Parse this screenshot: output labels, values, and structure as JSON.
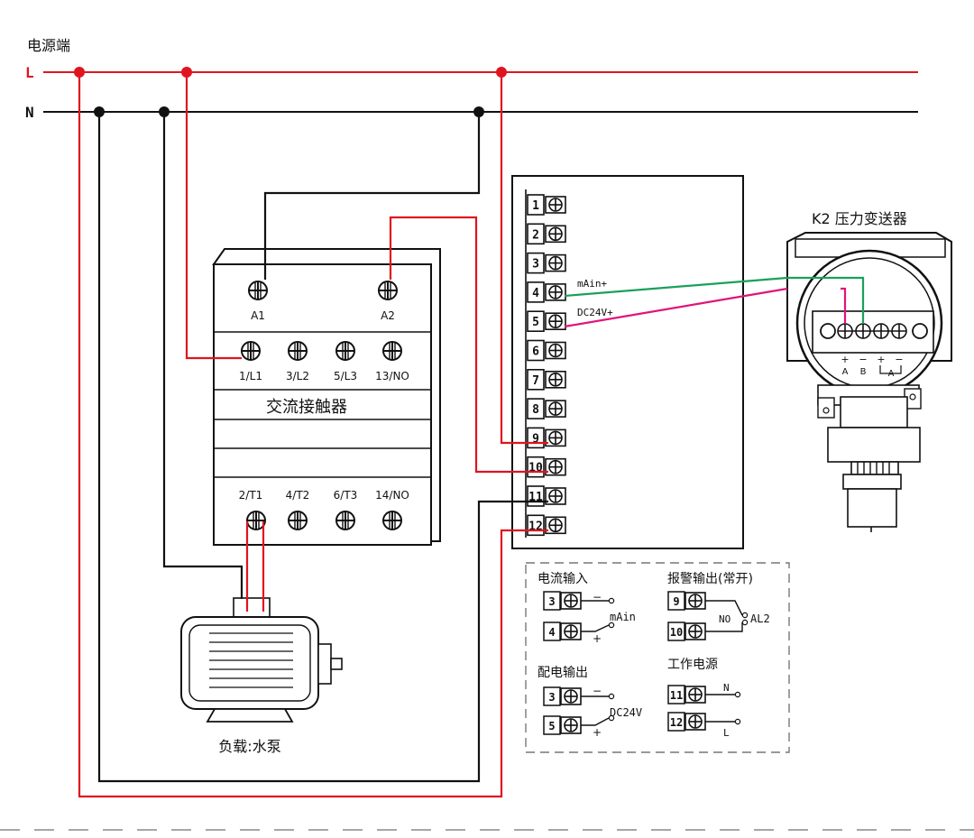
{
  "source": {
    "title": "电源端",
    "L": "L",
    "N": "N"
  },
  "contactor": {
    "title": "交流接触器",
    "coil": [
      "A1",
      "A2"
    ],
    "top_terminals": [
      "1/L1",
      "3/L2",
      "5/L3",
      "13/NO"
    ],
    "bottom_terminals": [
      "2/T1",
      "4/T2",
      "6/T3",
      "14/NO"
    ]
  },
  "controller": {
    "terminals": [
      "1",
      "2",
      "3",
      "4",
      "5",
      "6",
      "7",
      "8",
      "9",
      "10",
      "11",
      "12"
    ],
    "label_mAin": "mAin+",
    "label_dc24": "DC24V+"
  },
  "transmitter": {
    "title": "K2 压力变送器",
    "plus1": "+",
    "minus1": "−",
    "plus2": "+",
    "minus2": "−",
    "a": "A",
    "b": "B",
    "a_under": "A"
  },
  "motor": {
    "label": "负载:水泵"
  },
  "legend": {
    "current_input": {
      "title": "电流输入",
      "t1": "3",
      "t2": "4",
      "minus": "−",
      "plus": "+",
      "signal": "mAin"
    },
    "alarm_output": {
      "title": "报警输出(常开)",
      "t1": "9",
      "t2": "10",
      "no": "NO",
      "signal": "AL2"
    },
    "power_output": {
      "title": "配电输出",
      "t1": "3",
      "t2": "5",
      "minus": "−",
      "plus": "+",
      "signal": "DC24V"
    },
    "working_power": {
      "title": "工作电源",
      "t1": "11",
      "t2": "12",
      "n": "N",
      "l": "L"
    }
  },
  "colors": {
    "live": "#e0141e",
    "neutral": "#111111",
    "signal_green": "#1aa05a",
    "signal_pink": "#e0147a",
    "panel_border": "#777777"
  }
}
